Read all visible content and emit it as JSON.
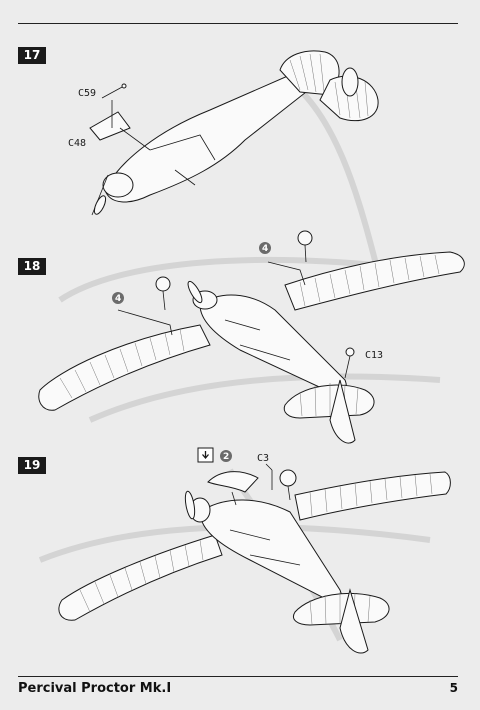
{
  "page": {
    "title": "Percival Proctor Mk.I",
    "page_number": "5"
  },
  "steps": [
    {
      "number": "17",
      "parts": [
        "C59",
        "C48"
      ]
    },
    {
      "number": "18",
      "callouts": [
        "4",
        "4"
      ],
      "parts": [
        "C13"
      ]
    },
    {
      "number": "19",
      "callouts": [
        "2"
      ],
      "parts": [
        "C3"
      ],
      "icon": "arrow-down-icon"
    }
  ]
}
